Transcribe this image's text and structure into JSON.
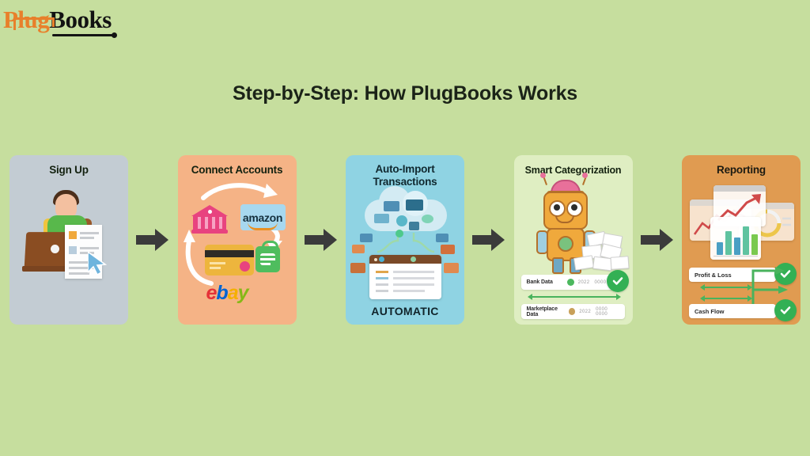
{
  "brand": {
    "logo_part1": "Plug",
    "logo_part2": "Books"
  },
  "header": {
    "title": "Step-by-Step: How PlugBooks Works"
  },
  "colors": {
    "page_background": "#c6de9e",
    "title_text": "#1b2318",
    "arrow": "#3b3b3b",
    "logo_orange": "#e8802b",
    "logo_black": "#121212",
    "card1_bg": "#c3ccd3",
    "card2_bg": "#f5b386",
    "card3_bg": "#8fd3e3",
    "card4_bg": "#dfeec2",
    "card5_bg": "#e09b51",
    "check_green": "#33b054"
  },
  "steps": [
    {
      "index": "1",
      "title": "Sign Up",
      "bg": "#c3ccd3"
    },
    {
      "index": "2",
      "title": "Connect Accounts",
      "bg": "#f5b386",
      "brands": {
        "amazon": "amazon",
        "ebay_e": "e",
        "ebay_b": "b",
        "ebay_a": "a",
        "ebay_y": "y"
      }
    },
    {
      "index": "3",
      "title_line1": "Auto-Import",
      "title_line2": "Transactions",
      "bg": "#8fd3e3",
      "footer": "AUTOMATIC"
    },
    {
      "index": "4",
      "title": "Smart Categorization",
      "bg": "#dfeec2",
      "rows": [
        {
          "label": "Bank Data",
          "num1": "2022",
          "num2": "0000 0000",
          "chip": "#4cb85e",
          "checked": true
        },
        {
          "label": "Marketplace Data",
          "num1": "2022",
          "num2": "0000 0000",
          "chip": "#c8a05a",
          "checked": false
        }
      ]
    },
    {
      "index": "5",
      "title": "Reporting",
      "bg": "#e09b51",
      "rows": [
        {
          "label": "Profit & Loss",
          "checked": true
        },
        {
          "label": "Cash Flow",
          "checked": true
        }
      ]
    }
  ],
  "connectors": {
    "arrow_glyph": "arrow-right",
    "count": "4"
  }
}
